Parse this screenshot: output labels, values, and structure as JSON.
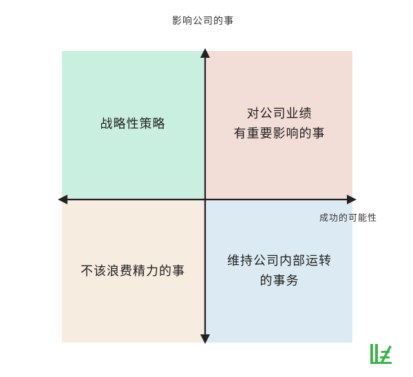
{
  "axes": {
    "vertical_label": "影响公司的事",
    "horizontal_label": "成功的可能性"
  },
  "quadrants": {
    "top_left": {
      "lines": [
        "战略性策略"
      ],
      "color": "#c9efe0"
    },
    "top_right": {
      "lines": [
        "对公司业绩",
        "有重要影响的事"
      ],
      "color": "#f3ddd7"
    },
    "bottom_left": {
      "lines": [
        "不该浪费精力的事"
      ],
      "color": "#f6ece0"
    },
    "bottom_right": {
      "lines": [
        "维持公司内部运转",
        "的事务"
      ],
      "color": "#dcebf3"
    }
  },
  "colors": {
    "axis": "#222222",
    "logo": "#3bb44a"
  },
  "logo": {
    "icon": "logo-icon"
  }
}
